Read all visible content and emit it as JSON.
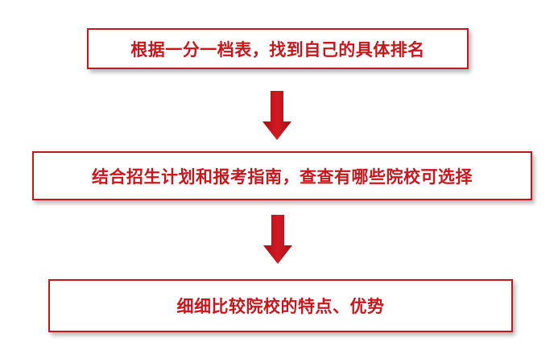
{
  "flowchart": {
    "steps": [
      {
        "text": "根据一分一档表，找到自己的具体排名"
      },
      {
        "text": "结合招生计划和报考指南，查查有哪些院校可选择"
      },
      {
        "text": "细细比较院校的特点、优势"
      }
    ]
  },
  "colors": {
    "accent": "#c8161d",
    "arrow_dark": "#a30f15",
    "background": "#ffffff"
  }
}
